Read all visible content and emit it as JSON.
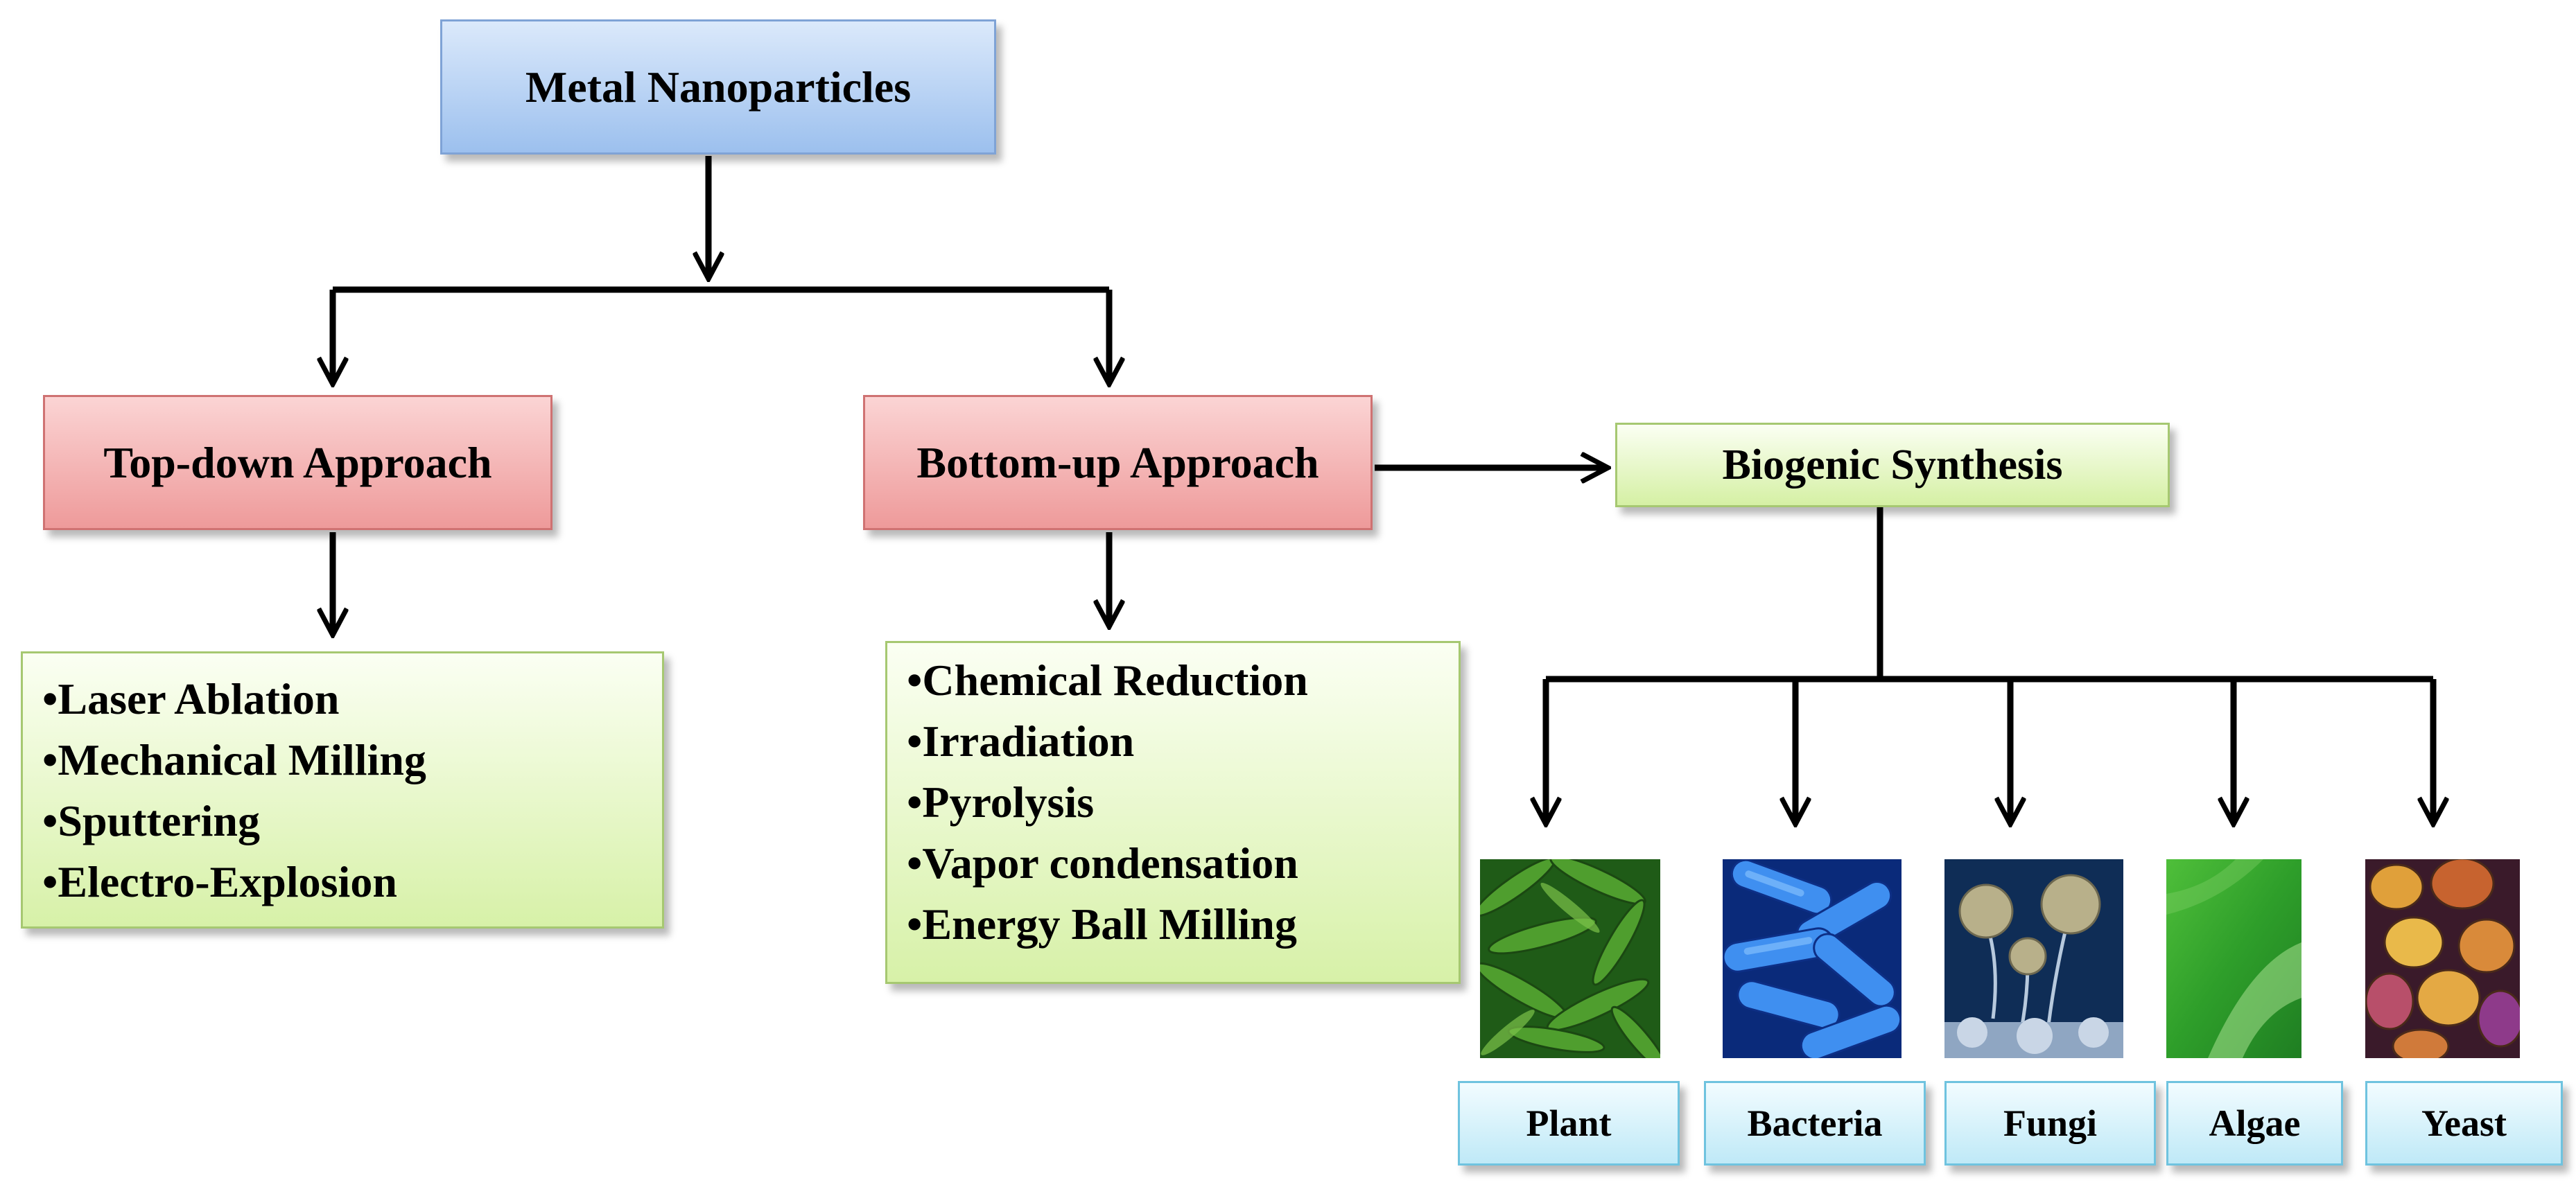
{
  "root": {
    "label": "Metal Nanoparticles"
  },
  "top_down": {
    "label": "Top-down Approach",
    "methods": [
      "Laser Ablation",
      "Mechanical Milling",
      "Sputtering",
      "Electro-Explosion"
    ]
  },
  "bottom_up": {
    "label": "Bottom-up Approach",
    "methods": [
      "Chemical Reduction",
      "Irradiation",
      "Pyrolysis",
      "Vapor condensation",
      "Energy Ball Milling"
    ]
  },
  "biogenic": {
    "label": "Biogenic Synthesis",
    "sources": [
      {
        "label": "Plant"
      },
      {
        "label": "Bacteria"
      },
      {
        "label": "Fungi"
      },
      {
        "label": "Algae"
      },
      {
        "label": "Yeast"
      }
    ]
  },
  "colors": {
    "root_box": "#9cc0ee",
    "approach_box": "#ee9a9a",
    "method_box": "#d5f0a4",
    "source_box": "#bfe9f7",
    "connector": "#000000"
  }
}
